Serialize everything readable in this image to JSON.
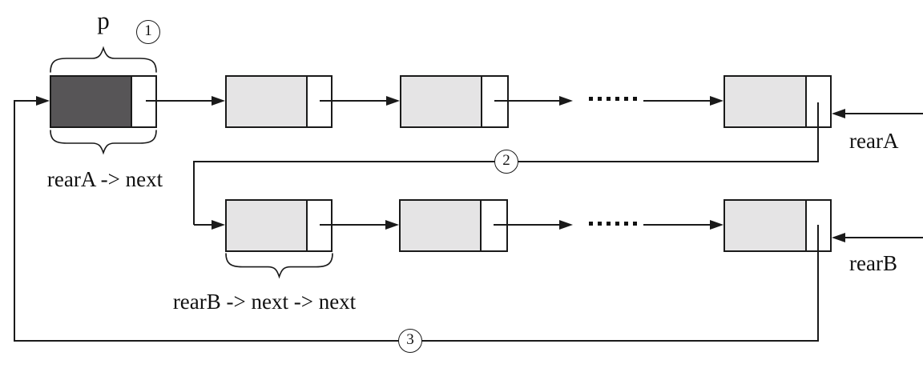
{
  "diagram": {
    "title_hint": "merging two circular linked queues",
    "labels": {
      "p": "p",
      "rearA_next": "rearA -> next",
      "rearB_next_next": "rearB -> next -> next",
      "rearA": "rearA",
      "rearB": "rearB"
    },
    "steps": {
      "one": "1",
      "two": "2",
      "three": "3"
    },
    "ellipsis": "......",
    "colors": {
      "node_dark_fill": "#575557",
      "node_light_fill": "#e5e4e5",
      "line": "#1a1a1a",
      "background": "#ffffff"
    }
  }
}
